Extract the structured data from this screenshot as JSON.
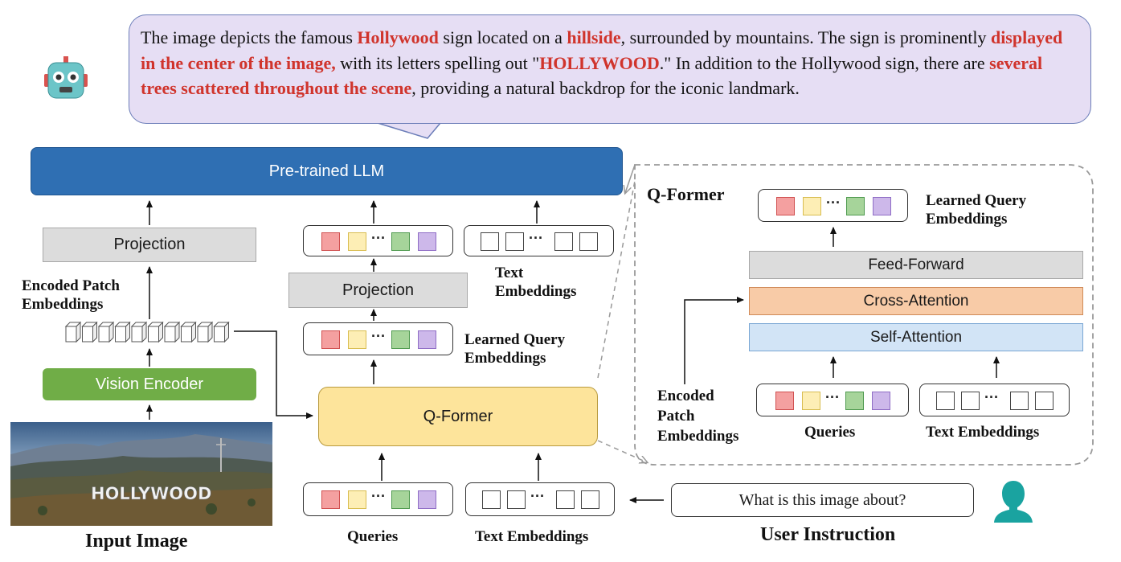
{
  "caption": {
    "segments": [
      {
        "text": "The image depicts the famous ",
        "highlight": false
      },
      {
        "text": "Hollywood",
        "highlight": true
      },
      {
        "text": " sign located on a ",
        "highlight": false
      },
      {
        "text": "hillside",
        "highlight": true
      },
      {
        "text": ", surrounded by mountains. The sign is prominently ",
        "highlight": false
      },
      {
        "text": "displayed in the center of the image,",
        "highlight": true
      },
      {
        "text": " with its letters spelling out \"",
        "highlight": false
      },
      {
        "text": "HOLLYWOOD",
        "highlight": true
      },
      {
        "text": ".\" In addition to the Hollywood sign, there are ",
        "highlight": false
      },
      {
        "text": "several trees scattered throughout the scene",
        "highlight": true
      },
      {
        "text": ", providing a natural backdrop for the iconic landmark.",
        "highlight": false
      }
    ],
    "highlight_color": "#d0342c",
    "bubble_color": "#e6def4"
  },
  "icons": {
    "robot": "robot-icon",
    "user": "user-silhouette-icon"
  },
  "blocks": {
    "llm": "Pre-trained LLM",
    "projection_left": "Projection",
    "projection_mid": "Projection",
    "vision_encoder": "Vision Encoder",
    "qformer": "Q-Former",
    "feed_forward": "Feed-Forward",
    "cross_attention": "Cross-Attention",
    "self_attention": "Self-Attention"
  },
  "labels": {
    "encoded_patch": "Encoded Patch\nEmbeddings",
    "text_embeddings_top": "Text\nEmbeddings",
    "learned_query_mid": "Learned Query\nEmbeddings",
    "queries_bottom": "Queries",
    "text_embeddings_bottom": "Text Embeddings",
    "input_image": "Input Image",
    "user_instruction": "User Instruction",
    "qformer_panel_title": "Q-Former",
    "learned_query_panel": "Learned Query\nEmbeddings",
    "encoded_patch_panel": "Encoded\nPatch\nEmbeddings",
    "queries_panel": "Queries",
    "text_embeddings_panel": "Text Embeddings"
  },
  "instruction": "What is this image about?",
  "photo_sign_text": "HOLLYWOOD",
  "colors": {
    "llm": "#2f6fb3",
    "vision_encoder": "#70ad47",
    "qformer": "#fde49b",
    "cross_attention": "#f8cba7",
    "self_attention": "#d2e4f6",
    "projection": "#dcdcdc"
  }
}
